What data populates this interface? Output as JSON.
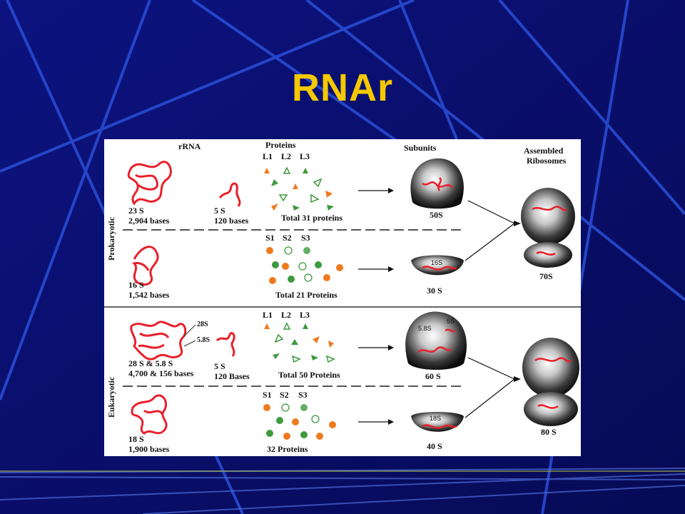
{
  "slide": {
    "title": "RNAr"
  },
  "figure": {
    "headers": {
      "rrna": "rRNA",
      "proteins": "Proteins",
      "subunits": "Subunits",
      "assembled": "Assembled\nRibosomes"
    },
    "side_labels": {
      "prokaryotic": "Prokaryotic",
      "eukaryotic": "Eukaryotic"
    },
    "prokaryotic": {
      "large": {
        "rrna_a": "23 S",
        "rrna_a_bases": "2,904 bases",
        "rrna_b": "5 S",
        "rrna_b_bases": "120 bases",
        "protein_labels": [
          "L1",
          "L2",
          "L3"
        ],
        "protein_total": "Total 31 proteins",
        "subunit": "50S"
      },
      "small": {
        "rrna": "16 S",
        "rrna_bases": "1,542 bases",
        "protein_labels": [
          "S1",
          "S2",
          "S3"
        ],
        "protein_total": "Total 21 Proteins",
        "subunit": "30 S",
        "inner_label": "16S"
      },
      "assembled": "70S"
    },
    "eukaryotic": {
      "large": {
        "rrna_a": "28 S & 5.8 S",
        "rrna_a_bases": "4,700 & 156 bases",
        "callout_a": "28S",
        "callout_b": "5.8S",
        "rrna_b": "5 S",
        "rrna_b_bases": "120 Bases",
        "protein_labels": [
          "L1",
          "L2",
          "L3"
        ],
        "protein_total": "Total 50 Proteins",
        "subunit": "60 S",
        "inner_a": "5.8S",
        "inner_b": "5S"
      },
      "small": {
        "rrna": "18 S",
        "rrna_bases": "1,900 bases",
        "protein_labels": [
          "S1",
          "S2",
          "S3"
        ],
        "protein_total": "32 Proteins",
        "subunit": "40 S",
        "inner_label": "18S"
      },
      "assembled": "80 S"
    }
  },
  "colors": {
    "background": "#0a0f6e",
    "title": "#f5c800",
    "rna": "#e8202a",
    "protein_orange": "#ef7a1f",
    "protein_green": "#3d9a3d",
    "line": "#2a4fd8"
  }
}
